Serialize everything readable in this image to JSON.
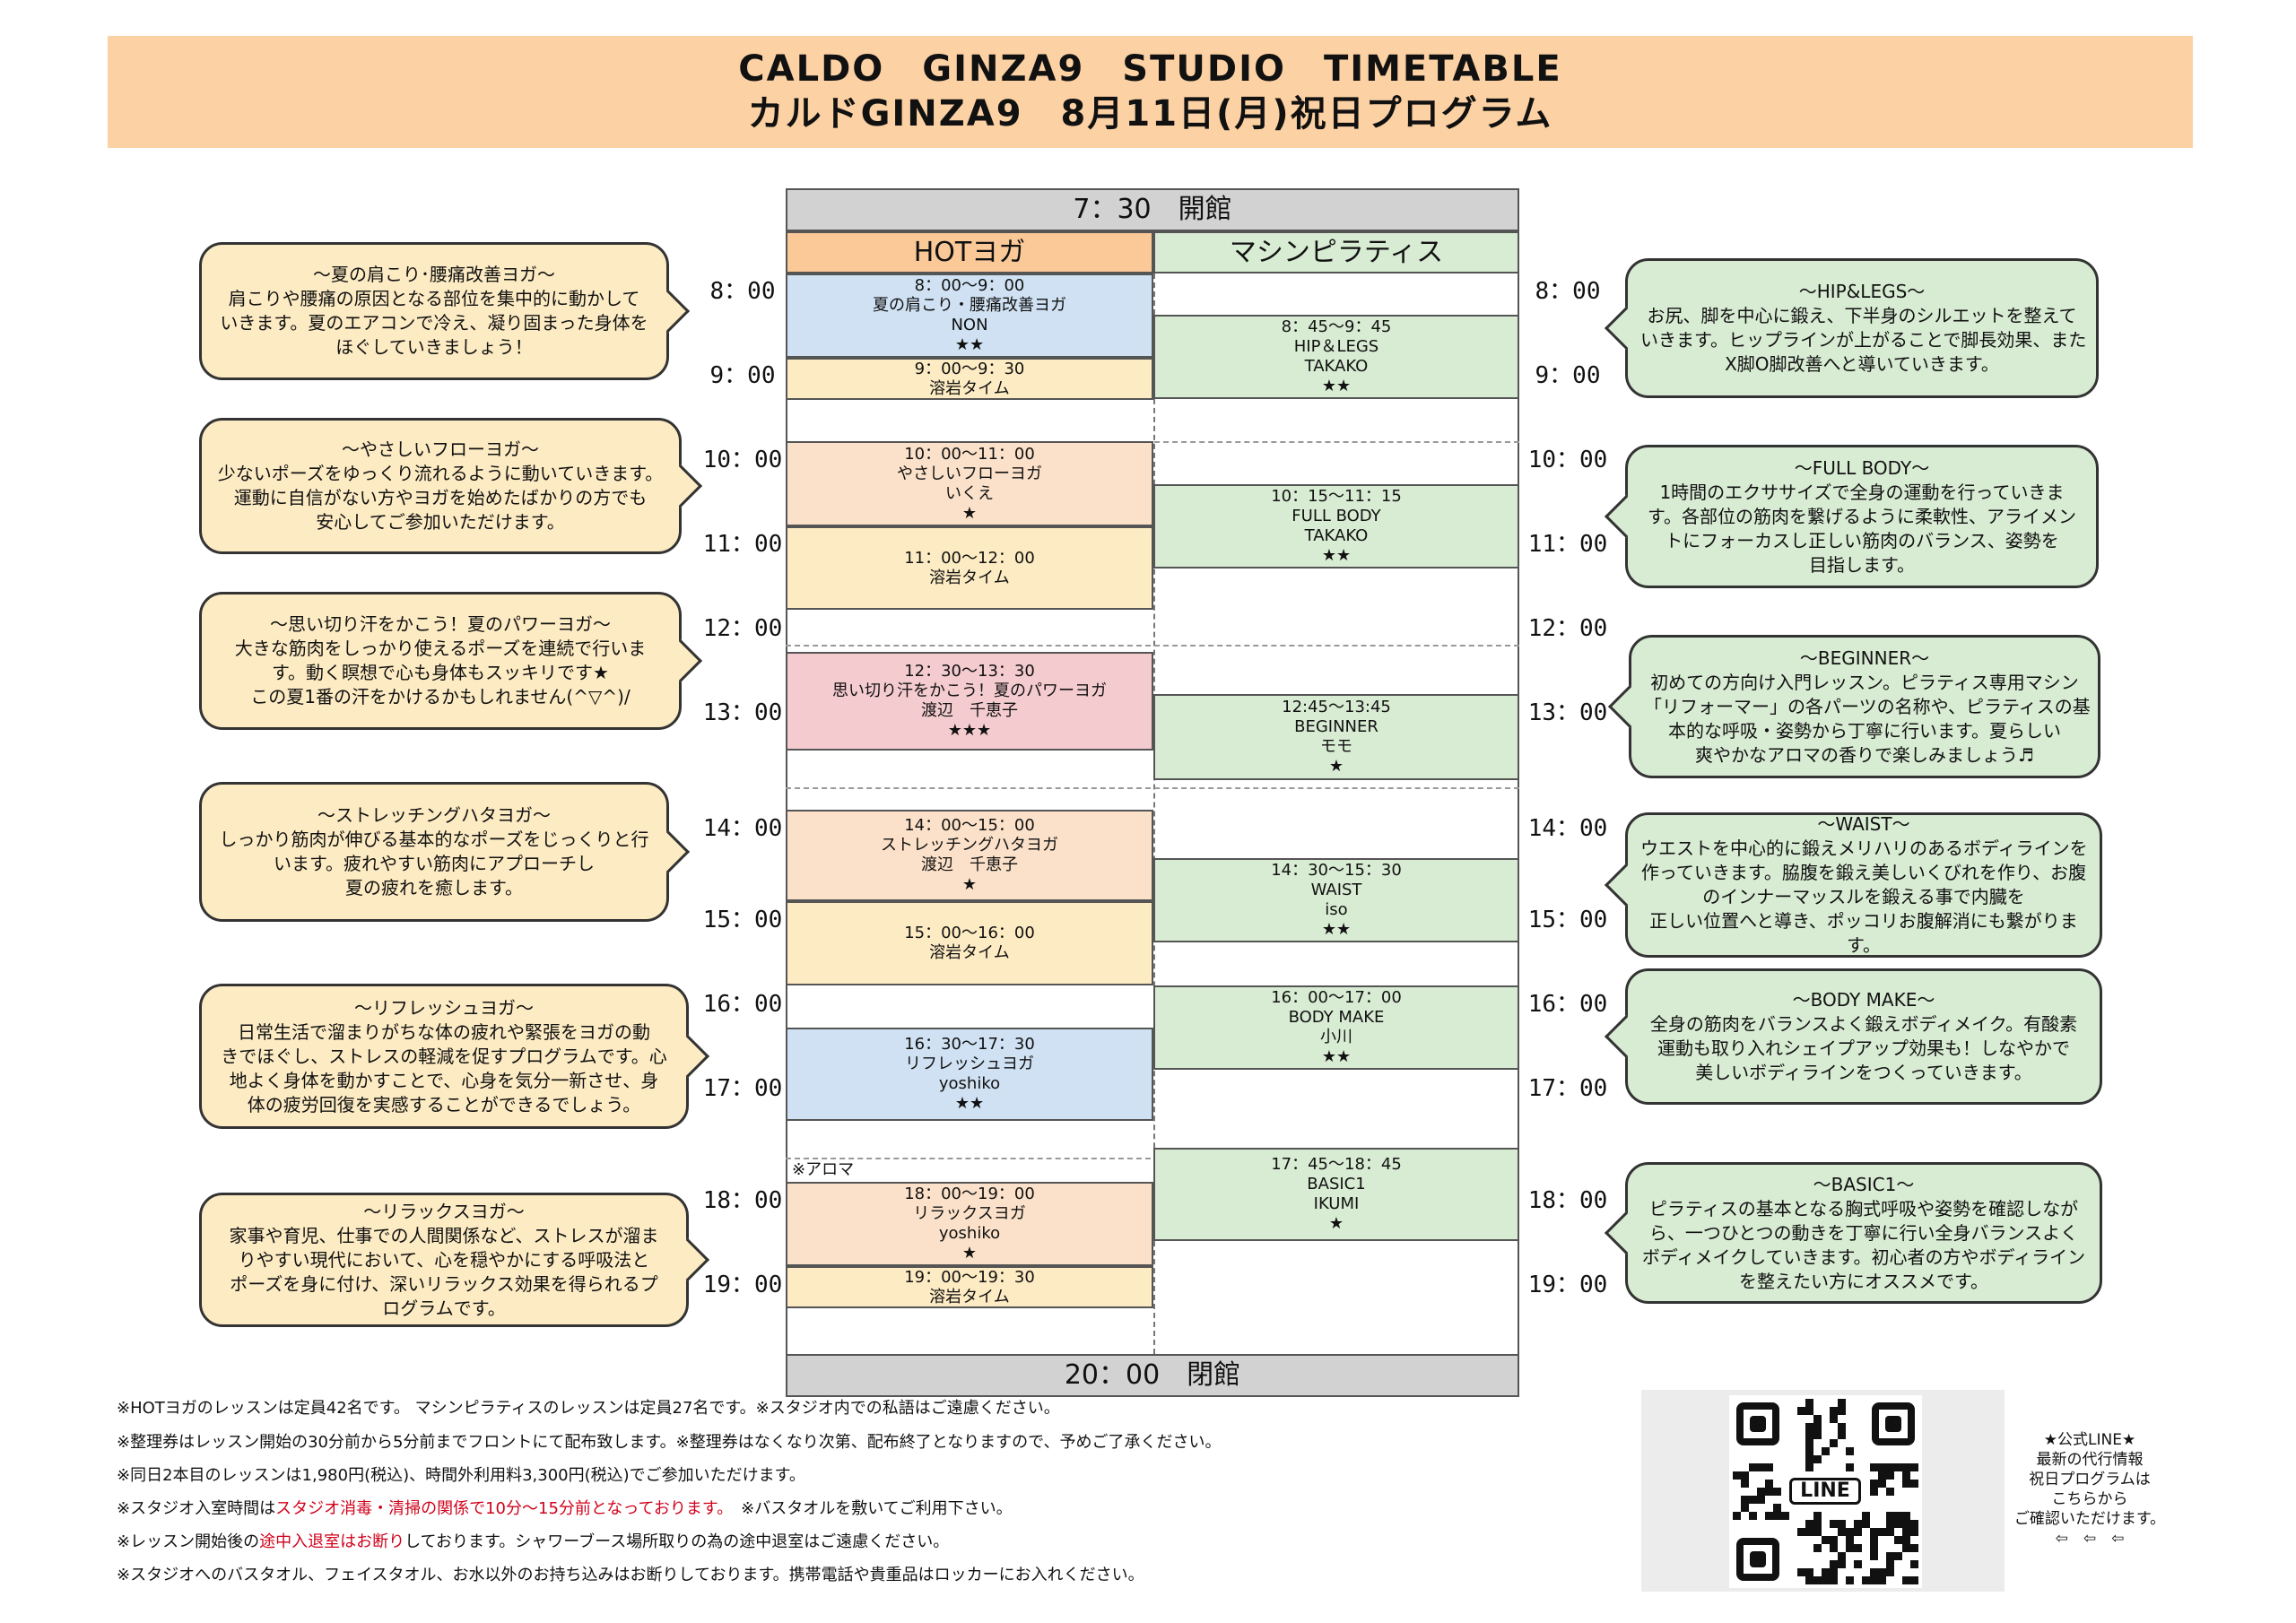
{
  "header": {
    "line1": "CALDO　GINZA9　STUDIO　TIMETABLE",
    "line2": "カルドGINZA9　8月11日(月)祝日プログラム"
  },
  "open_label": "7：30　開館",
  "close_label": "20：00　閉館",
  "columns": {
    "hot": "HOTヨガ",
    "machine": "マシンピラティス"
  },
  "times": [
    "8：00",
    "9：00",
    "10：00",
    "11：00",
    "12：00",
    "13：00",
    "14：00",
    "15：00",
    "16：00",
    "17：00",
    "18：00",
    "19：00"
  ],
  "hot_lessons": [
    {
      "text": "8：00～9：00\n夏の肩こり・腰痛改善ヨガ\nNON\n★★",
      "color": "#cfe1f2"
    },
    {
      "text": "9：00～9：30\n溶岩タイム",
      "color": "#fdebc3"
    },
    {
      "text": "10：00～11：00\nやさしいフローヨガ\nいくえ\n★",
      "color": "#fbe1c9"
    },
    {
      "text": "11：00～12：00\n溶岩タイム",
      "color": "#fdebc3"
    },
    {
      "text": "12：30～13：30\n思い切り汗をかこう！夏のパワーヨガ\n渡辺　千恵子\n★★★",
      "color": "#f4cbcf"
    },
    {
      "text": "14：00～15：00\nストレッチングハタヨガ\n渡辺　千恵子\n★",
      "color": "#fbe1c9"
    },
    {
      "text": "15：00～16：00\n溶岩タイム",
      "color": "#fdebc3"
    },
    {
      "text": "16：30～17：30\nリフレッシュヨガ\nyoshiko\n★★",
      "color": "#cfe1f2"
    },
    {
      "text": "18：00～19：00\nリラックスヨガ\nyoshiko\n★",
      "color": "#fbe1c9"
    },
    {
      "text": "19：00～19：30\n溶岩タイム",
      "color": "#fdebc3"
    }
  ],
  "machine_lessons": [
    {
      "text": "8：45～9：45\nHIP＆LEGS\nTAKAKO\n★★"
    },
    {
      "text": "10：15～11：15\nFULL BODY\nTAKAKO\n★★"
    },
    {
      "text": "12:45～13:45\nBEGINNER\nモモ\n★"
    },
    {
      "text": "14：30～15：30\nWAIST\niso\n★★"
    },
    {
      "text": "16：00～17：00\nBODY MAKE\n小川\n★★"
    },
    {
      "text": "17：45～18：45\nBASIC1\nIKUMI\n★"
    }
  ],
  "aroma": "※アロマ",
  "left_bubbles": [
    "～夏の肩こり･腰痛改善ヨガ～\n肩こりや腰痛の原因となる部位を集中的に動かして\nいきます。夏のエアコンで冷え、凝り固まった身体を\nほぐしていきましょう！",
    "～やさしいフローヨガ～\n少ないポーズをゆっくり流れるように動いていきます。\n運動に自信がない方やヨガを始めたばかりの方でも\n安心してご参加いただけます。",
    "～思い切り汗をかこう！夏のパワーヨガ～\n大きな筋肉をしっかり使えるポーズを連続で行いま\nす。動く瞑想で心も身体もスッキリです★\nこの夏1番の汗をかけるかもしれません(^▽^)/",
    "～ストレッチングハタヨガ～\nしっかり筋肉が伸びる基本的なポーズをじっくりと行\nいます。疲れやすい筋肉にアプローチし\n夏の疲れを癒します。",
    "～リフレッシュヨガ～\n日常生活で溜まりがちな体の疲れや緊張をヨガの動\nきでほぐし、ストレスの軽減を促すプログラムです。心\n地よく身体を動かすことで、心身を気分一新させ、身\n体の疲労回復を実感することができるでしょう。",
    "～リラックスヨガ～\n家事や育児、仕事での人間関係など、ストレスが溜ま\nりやすい現代において、心を穏やかにする呼吸法と\nポーズを身に付け、深いリラックス効果を得られるプ\nログラムです。"
  ],
  "right_bubbles": [
    "～HIP&LEGS～\nお尻、脚を中心に鍛え、下半身のシルエットを整えて\nいきます。ヒップラインが上がることで脚長効果、また\nX脚O脚改善へと導いていきます。",
    "～FULL BODY～\n1時間のエクササイズで全身の運動を行っていきま\nす。各部位の筋肉を繋げるように柔軟性、アライメン\nトにフォーカスし正しい筋肉のバランス、姿勢を\n目指します。",
    "～BEGINNER～\n初めての方向け入門レッスン。ピラティス専用マシン\n「リフォーマー」の各パーツの名称や、ピラティスの基\n本的な呼吸・姿勢から丁寧に行います。夏らしい\n爽やかなアロマの香りで楽しみましょう♬",
    "～WAIST～\nウエストを中心的に鍛えメリハリのあるボディラインを\n作っていきます。脇腹を鍛え美しいくびれを作り、お腹\nのインナーマッスルを鍛える事で内臓を\n正しい位置へと導き、ポッコリお腹解消にも繋がりま\nす。",
    "～BODY MAKE～\n全身の筋肉をバランスよく鍛えボディメイク。有酸素\n運動も取り入れシェイプアップ効果も！しなやかで\n美しいボディラインをつくっていきます。",
    "～BASIC1～\nピラティスの基本となる胸式呼吸や姿勢を確認しなが\nら、一つひとつの動きを丁寧に行い全身バランスよく\nボディメイクしていきます。初心者の方やボディライン\nを整えたい方にオススメです。"
  ],
  "notes": {
    "n1": "※HOTヨガのレッスンは定員42名です。 マシンピラティスのレッスンは定員27名です。※スタジオ内での私語はご遠慮ください。",
    "n2": "※整理券はレッスン開始の30分前から5分前までフロントにて配布致します。※整理券はなくなり次第、配布終了となりますので、予めご了承ください。",
    "n3": "※同日2本目のレッスンは1,980円(税込)、時間外利用料3,300円(税込)でご参加いただけます。",
    "n4a": "※スタジオ入室時間は",
    "n4b": "スタジオ消毒・清掃の関係で10分～15分前となっております。",
    "n4c": "　※バスタオルを敷いてご利用下さい。",
    "n5a": "※レッスン開始後の",
    "n5b": "途中入退室はお断り",
    "n5c": "しております。シャワーブース場所取りの為の途中退室はご遠慮ください。",
    "n6": "※スタジオへのバスタオル、フェイスタオル、お水以外のお持ち込みはお断りしております。携帯電話や貴重品はロッカーにお入れください。"
  },
  "line": {
    "logo": "LINE",
    "text": "★公式LINE★\n最新の代行情報\n祝日プログラムは\nこちらから\nご確認いただけます。\n⇦　⇦　⇦"
  },
  "colors": {
    "header": "#fcd1a4",
    "machine": "#d8ebd3",
    "left_bubble": "#fdebc3",
    "right_bubble": "#d8ebd3",
    "warning": "#d0021b"
  }
}
